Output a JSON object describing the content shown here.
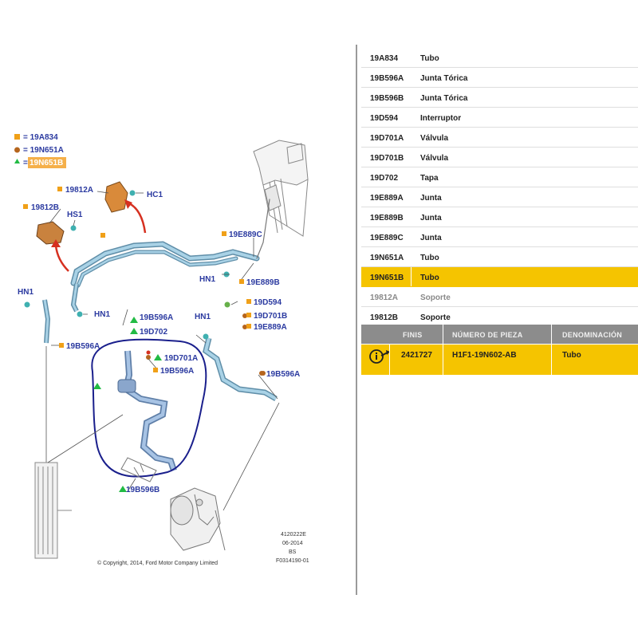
{
  "legend": [
    {
      "shape": "square",
      "color": "#f0a018",
      "text": "= 19A834"
    },
    {
      "shape": "circle",
      "color": "#b5651d",
      "text": "= 19N651A"
    },
    {
      "shape": "triangle",
      "color": "#22bb44",
      "text": "= ",
      "highlight": "19N651B"
    }
  ],
  "labels": {
    "l19812A": "19812A",
    "lHC1": "HC1",
    "l19812B": "19812B",
    "lHS1": "HS1",
    "l19E889C": "19E889C",
    "lHN1a": "HN1",
    "l19E889B": "19E889B",
    "lHN1b": "HN1",
    "lHN1c": "HN1",
    "l19B596A_1": "19B596A",
    "l19D702": "19D702",
    "l19D701A": "19D701A",
    "l19B596A_2": "19B596A",
    "lHN1d": "HN1",
    "l19D594": "19D594",
    "l19D701B": "19D701B",
    "l19E889A": "19E889A",
    "l19B596A_3": "19B596A",
    "l19B596A_4": "19B596A",
    "l19B596B": "19B596B"
  },
  "stamp": [
    "4120222E",
    "06-2014",
    "BS",
    "F0314190-01"
  ],
  "copyright": "© Copyright, 2014, Ford Motor Company Limited",
  "parts": [
    {
      "code": "19A834",
      "name": "Tubo"
    },
    {
      "code": "19B596A",
      "name": "Junta Tórica"
    },
    {
      "code": "19B596B",
      "name": "Junta Tórica"
    },
    {
      "code": "19D594",
      "name": "Interruptor"
    },
    {
      "code": "19D701A",
      "name": "Válvula"
    },
    {
      "code": "19D701B",
      "name": "Válvula"
    },
    {
      "code": "19D702",
      "name": "Tapa"
    },
    {
      "code": "19E889A",
      "name": "Junta"
    },
    {
      "code": "19E889B",
      "name": "Junta"
    },
    {
      "code": "19E889C",
      "name": "Junta"
    },
    {
      "code": "19N651A",
      "name": "Tubo"
    },
    {
      "code": "19N651B",
      "name": "Tubo",
      "selected": true
    },
    {
      "code": "19812A",
      "name": "Soporte",
      "dim": true
    },
    {
      "code": "19812B",
      "name": "Soporte"
    }
  ],
  "detail_headers": {
    "finis": "FINIS",
    "part_number": "NÚMERO DE PIEZA",
    "denomination": "DENOMINACIÓN"
  },
  "detail_row": {
    "finis": "2421727",
    "part_number": "H1F1-19N602-AB",
    "denomination": "Tubo",
    "icon": "info-arrow-icon"
  },
  "colors": {
    "highlight": "#f5c400",
    "header": "#8c8c8c",
    "label_blue": "#2b3aa0",
    "pipe": "#7fb3d0",
    "outline": "#1a1f8c"
  }
}
